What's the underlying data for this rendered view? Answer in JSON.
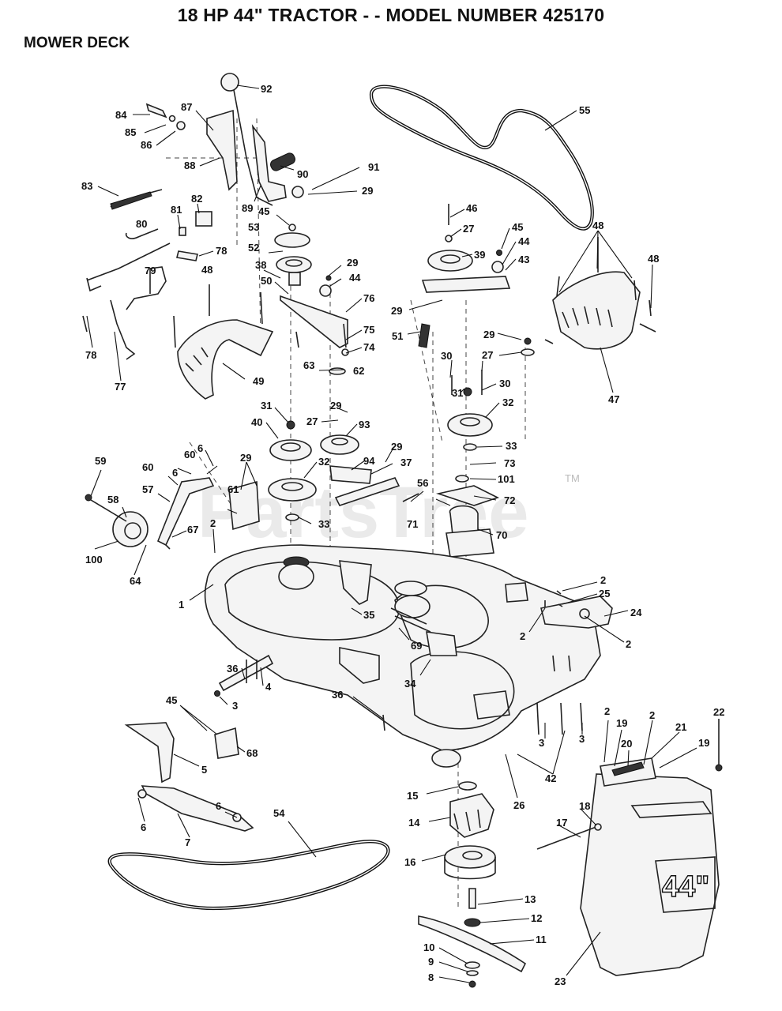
{
  "title": "18 HP 44\" TRACTOR - - MODEL NUMBER 425170",
  "section": "MOWER DECK",
  "watermark": "PartsTree",
  "watermark_tm": "TM",
  "deck_badge": "44\"",
  "callouts": [
    {
      "id": "c92",
      "label": "92"
    },
    {
      "id": "c84",
      "label": "84"
    },
    {
      "id": "c87",
      "label": "87"
    },
    {
      "id": "c85",
      "label": "85"
    },
    {
      "id": "c86",
      "label": "86"
    },
    {
      "id": "c88",
      "label": "88"
    },
    {
      "id": "c90",
      "label": "90"
    },
    {
      "id": "c91",
      "label": "91"
    },
    {
      "id": "c29a",
      "label": "29"
    },
    {
      "id": "c83",
      "label": "83"
    },
    {
      "id": "c82",
      "label": "82"
    },
    {
      "id": "c89",
      "label": "89"
    },
    {
      "id": "c81",
      "label": "81"
    },
    {
      "id": "c45a",
      "label": "45"
    },
    {
      "id": "c80",
      "label": "80"
    },
    {
      "id": "c53",
      "label": "53"
    },
    {
      "id": "c78a",
      "label": "78"
    },
    {
      "id": "c52",
      "label": "52"
    },
    {
      "id": "c38",
      "label": "38"
    },
    {
      "id": "c29b",
      "label": "29"
    },
    {
      "id": "c44a",
      "label": "44"
    },
    {
      "id": "c79",
      "label": "79"
    },
    {
      "id": "c48a",
      "label": "48"
    },
    {
      "id": "c50",
      "label": "50"
    },
    {
      "id": "c76",
      "label": "76"
    },
    {
      "id": "c75",
      "label": "75"
    },
    {
      "id": "c74",
      "label": "74"
    },
    {
      "id": "c78b",
      "label": "78"
    },
    {
      "id": "c63",
      "label": "63"
    },
    {
      "id": "c62",
      "label": "62"
    },
    {
      "id": "c77",
      "label": "77"
    },
    {
      "id": "c49",
      "label": "49"
    },
    {
      "id": "c55",
      "label": "55"
    },
    {
      "id": "c46",
      "label": "46"
    },
    {
      "id": "c27a",
      "label": "27"
    },
    {
      "id": "c45b",
      "label": "45"
    },
    {
      "id": "c44b",
      "label": "44"
    },
    {
      "id": "c39",
      "label": "39"
    },
    {
      "id": "c43",
      "label": "43"
    },
    {
      "id": "c29c",
      "label": "29"
    },
    {
      "id": "c51",
      "label": "51"
    },
    {
      "id": "c29d",
      "label": "29"
    },
    {
      "id": "c27b",
      "label": "27"
    },
    {
      "id": "c48b",
      "label": "48"
    },
    {
      "id": "c48c",
      "label": "48"
    },
    {
      "id": "c47",
      "label": "47"
    },
    {
      "id": "c30a",
      "label": "30"
    },
    {
      "id": "c31a",
      "label": "31"
    },
    {
      "id": "c30b",
      "label": "30"
    },
    {
      "id": "c32a",
      "label": "32"
    },
    {
      "id": "c33a",
      "label": "33"
    },
    {
      "id": "c73",
      "label": "73"
    },
    {
      "id": "c101",
      "label": "101"
    },
    {
      "id": "c72",
      "label": "72"
    },
    {
      "id": "c71",
      "label": "71"
    },
    {
      "id": "c70",
      "label": "70"
    },
    {
      "id": "c56",
      "label": "56"
    },
    {
      "id": "c31b",
      "label": "31"
    },
    {
      "id": "c29e",
      "label": "29"
    },
    {
      "id": "c27c",
      "label": "27"
    },
    {
      "id": "c93",
      "label": "93"
    },
    {
      "id": "c40",
      "label": "40"
    },
    {
      "id": "c29f",
      "label": "29"
    },
    {
      "id": "c37",
      "label": "37"
    },
    {
      "id": "c94",
      "label": "94"
    },
    {
      "id": "c32b",
      "label": "32"
    },
    {
      "id": "c33b",
      "label": "33"
    },
    {
      "id": "c59",
      "label": "59"
    },
    {
      "id": "c60a",
      "label": "60"
    },
    {
      "id": "c6a",
      "label": "6"
    },
    {
      "id": "c60b",
      "label": "60"
    },
    {
      "id": "c6b",
      "label": "6"
    },
    {
      "id": "c29g",
      "label": "29"
    },
    {
      "id": "c58",
      "label": "58"
    },
    {
      "id": "c57",
      "label": "57"
    },
    {
      "id": "c61",
      "label": "61"
    },
    {
      "id": "c67",
      "label": "67"
    },
    {
      "id": "c2a",
      "label": "2"
    },
    {
      "id": "c100",
      "label": "100"
    },
    {
      "id": "c64",
      "label": "64"
    },
    {
      "id": "c1",
      "label": "1"
    },
    {
      "id": "c35",
      "label": "35"
    },
    {
      "id": "c69",
      "label": "69"
    },
    {
      "id": "c2b",
      "label": "2"
    },
    {
      "id": "c25",
      "label": "25"
    },
    {
      "id": "c24",
      "label": "24"
    },
    {
      "id": "c2c",
      "label": "2"
    },
    {
      "id": "c2d",
      "label": "2"
    },
    {
      "id": "c36a",
      "label": "36"
    },
    {
      "id": "c4",
      "label": "4"
    },
    {
      "id": "c34",
      "label": "34"
    },
    {
      "id": "c3a",
      "label": "3"
    },
    {
      "id": "c36b",
      "label": "36"
    },
    {
      "id": "c45c",
      "label": "45"
    },
    {
      "id": "c68",
      "label": "68"
    },
    {
      "id": "c5",
      "label": "5"
    },
    {
      "id": "c3b",
      "label": "3"
    },
    {
      "id": "c3c",
      "label": "3"
    },
    {
      "id": "c42",
      "label": "42"
    },
    {
      "id": "c26",
      "label": "26"
    },
    {
      "id": "c2e",
      "label": "2"
    },
    {
      "id": "c19a",
      "label": "19"
    },
    {
      "id": "c2f",
      "label": "2"
    },
    {
      "id": "c21",
      "label": "21"
    },
    {
      "id": "c22",
      "label": "22"
    },
    {
      "id": "c20",
      "label": "20"
    },
    {
      "id": "c19b",
      "label": "19"
    },
    {
      "id": "c15",
      "label": "15"
    },
    {
      "id": "c6c",
      "label": "6"
    },
    {
      "id": "c6d",
      "label": "6"
    },
    {
      "id": "c7",
      "label": "7"
    },
    {
      "id": "c54",
      "label": "54"
    },
    {
      "id": "c14",
      "label": "14"
    },
    {
      "id": "c18",
      "label": "18"
    },
    {
      "id": "c17",
      "label": "17"
    },
    {
      "id": "c16",
      "label": "16"
    },
    {
      "id": "c13",
      "label": "13"
    },
    {
      "id": "c12",
      "label": "12"
    },
    {
      "id": "c11",
      "label": "11"
    },
    {
      "id": "c10",
      "label": "10"
    },
    {
      "id": "c9",
      "label": "9"
    },
    {
      "id": "c8",
      "label": "8"
    },
    {
      "id": "c23",
      "label": "23"
    }
  ]
}
